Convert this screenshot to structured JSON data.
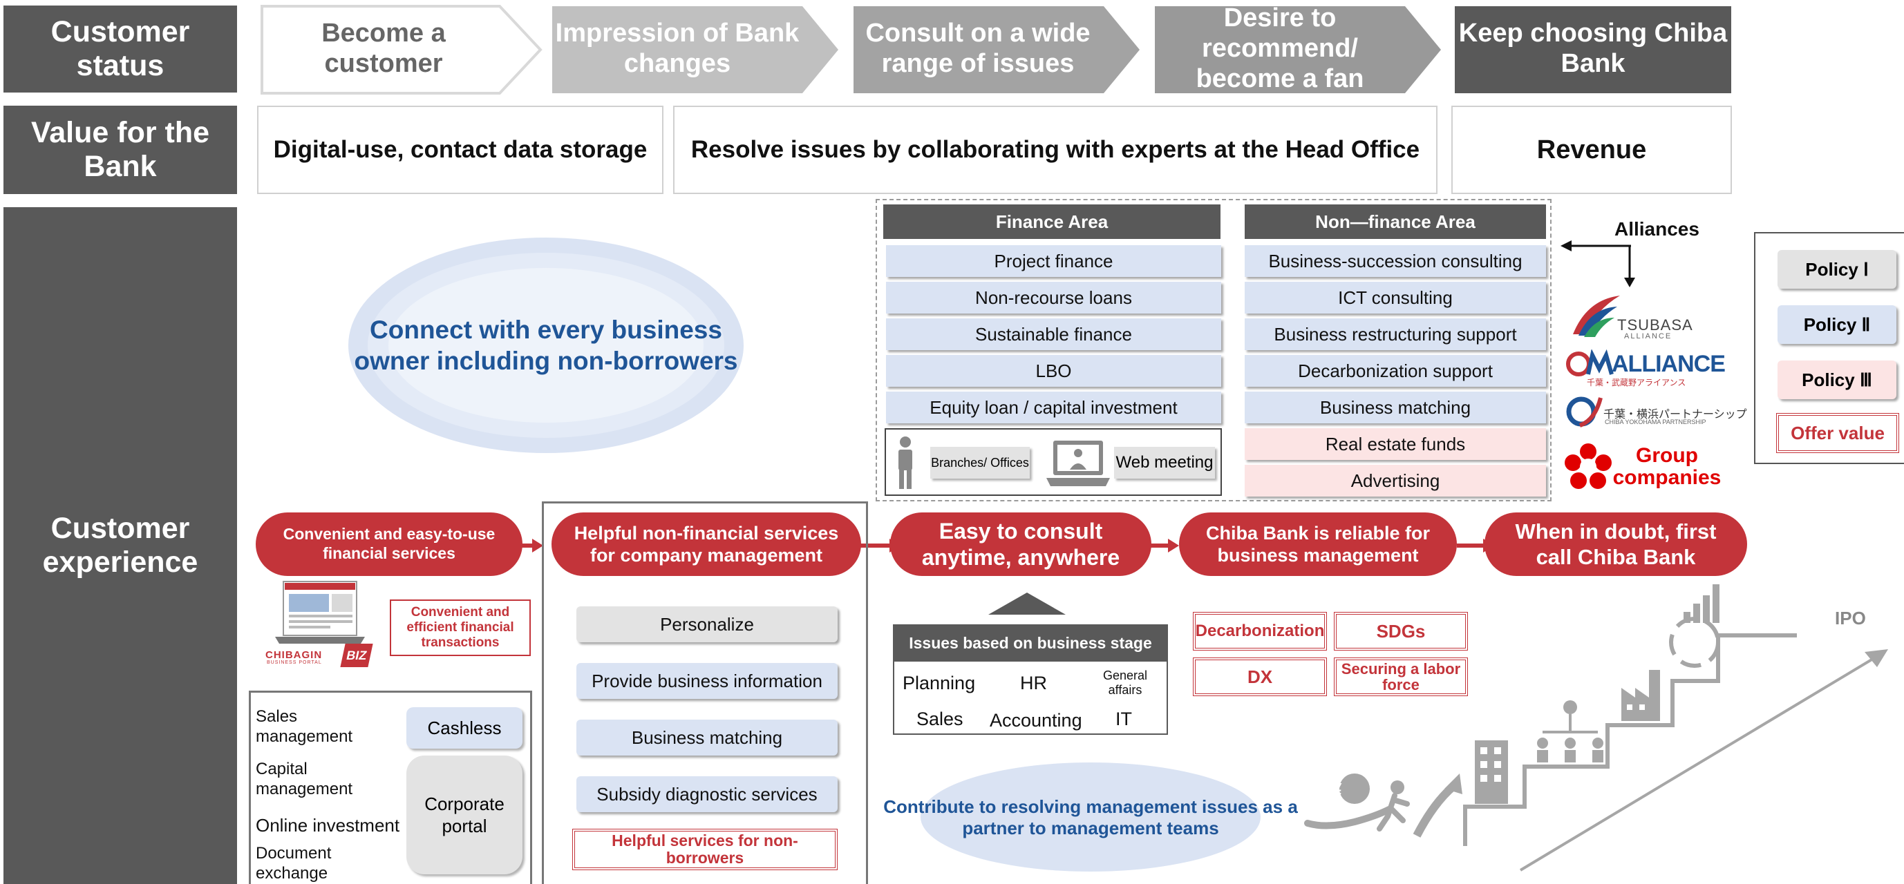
{
  "rows": {
    "customer_status": "Customer status",
    "value_for_bank": "Value for the Bank",
    "customer_experience": "Customer experience"
  },
  "stages": [
    "Become a customer",
    "Impression of Bank changes",
    "Consult on a wide range of issues",
    "Desire to recommend/ become a fan",
    "Keep choosing Chiba Bank"
  ],
  "values": {
    "digital": "Digital-use, contact data storage",
    "resolve": "Resolve issues by collaborating with experts at the Head Office",
    "revenue": "Revenue"
  },
  "connect_text": "Connect with every business owner including non-borrowers",
  "finance_area": {
    "title": "Finance Area",
    "items": [
      "Project finance",
      "Non-recourse loans",
      "Sustainable finance",
      "LBO",
      "Equity loan / capital investment"
    ]
  },
  "nonfinance_area": {
    "title": "Non—finance Area",
    "items": [
      "Business-succession consulting",
      "ICT consulting",
      "Business restructuring support",
      "Decarbonization support",
      "Business matching",
      "Real estate funds",
      "Advertising"
    ]
  },
  "channels": {
    "branches": "Branches/ Offices",
    "web_meeting": "Web meeting"
  },
  "alliances": {
    "title": "Alliances",
    "tsubasa": "TSUBASA",
    "tsubasa_sub": "ALLIANCE",
    "tm_alliance": "ALLIANCE",
    "tm_sub": "千葉・武蔵野アライアンス",
    "partnership": "千葉・横浜パートナーシップ",
    "partnership_sub": "CHIBA YOKOHAMA PARTNERSHIP",
    "group": "Group companies"
  },
  "legend": {
    "policy1": "Policy Ⅰ",
    "policy2": "Policy Ⅱ",
    "policy3": "Policy Ⅲ",
    "offer": "Offer value"
  },
  "experience_pills": [
    "Convenient and easy-to-use financial services",
    "Helpful non-financial services for company management",
    "Easy to consult anytime, anywhere",
    "Chiba Bank is reliable for business management",
    "When in doubt, first call Chiba Bank"
  ],
  "portal": {
    "name": "CHIBAGIN",
    "sub": "BUSINESS PORTAL",
    "biz": "BIZ",
    "convenient": "Convenient and efficient financial transactions"
  },
  "mgmt": {
    "sales": "Sales management",
    "capital": "Capital management",
    "online": "Online investment",
    "document": "Document exchange",
    "cashless": "Cashless",
    "corporate": "Corporate portal"
  },
  "nonfin_services": [
    "Personalize",
    "Provide business information",
    "Business matching",
    "Subsidy diagnostic services"
  ],
  "nonborrowers": "Helpful services for non-borrowers",
  "issues": {
    "title": "Issues based on business stage",
    "cells": [
      "Planning",
      "HR",
      "General affairs",
      "Sales",
      "Accounting",
      "IT"
    ]
  },
  "themes": [
    "Decarbonization",
    "SDGs",
    "DX",
    "Securing a labor force"
  ],
  "contribute": "Contribute to resolving management issues as a partner to management teams",
  "ipo": "IPO",
  "colors": {
    "header_gray": "#595959",
    "red": "#c3343a",
    "blue_text": "#1f5597",
    "policy1": "#e3e3e3",
    "policy2": "#dae3f3",
    "policy3": "#fce4e4"
  }
}
